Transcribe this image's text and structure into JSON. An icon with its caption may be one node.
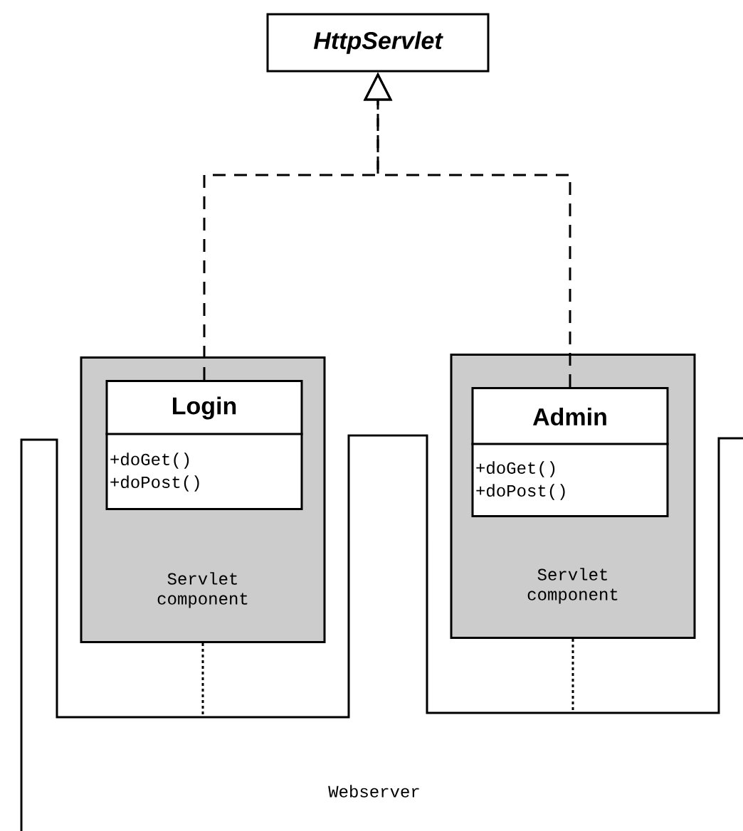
{
  "diagram": {
    "nodes": [
      {
        "text": [
          "HttpServlet"
        ]
      },
      {
        "text": [
          "Webserver"
        ]
      },
      {
        "text": [
          "Servlet component"
        ]
      },
      {
        "text": [
          "Login",
          "+doGet() +doPost()"
        ],
        "in": 2
      },
      {
        "text": [
          "Servlet component"
        ]
      },
      {
        "text": [
          "Admin",
          "+doGet() +doPost()"
        ],
        "in": 4
      }
    ],
    "edges": [
      {
        "from": 3,
        "to": 0,
        "arrow": "to",
        "style": "dashed"
      },
      {
        "from": 5,
        "to": 0,
        "arrow": "to",
        "style": "dashed"
      },
      {
        "from": 2,
        "to": 1,
        "arrow": "none"
      },
      {
        "from": 4,
        "to": 1,
        "arrow": "none"
      }
    ]
  }
}
